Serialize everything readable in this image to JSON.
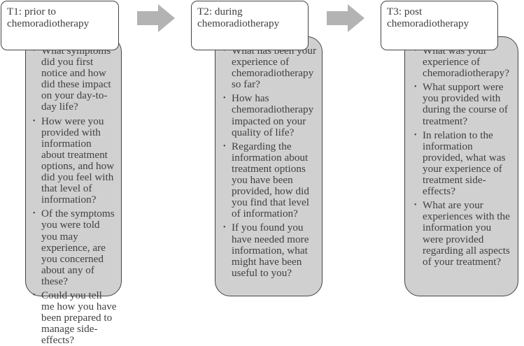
{
  "columns": [
    {
      "title_line1": "T1: prior to",
      "title_line2": "chemoradiotherapy",
      "questions": [
        "What symptoms did you first notice and how did these impact on your day-to-day life?",
        "How were you provided with information about treatment options, and how did you feel with that level of information?",
        "Of the symptoms you were told you may experience, are you concerned about any of these?",
        "Could you tell me how you have been prepared to manage side-effects?"
      ]
    },
    {
      "title_line1": "T2: during",
      "title_line2": "chemoradiotherapy",
      "questions": [
        "What has been your experience of chemoradiotherapy so far?",
        "How has chemoradiotherapy impacted on your quality of life?",
        "Regarding the information about treatment options you have been provided, how did you find that level of information?",
        "If you found you have needed more information, what might have been useful to you?"
      ]
    },
    {
      "title_line1": "T3: post",
      "title_line2": "chemoradiotherapy",
      "questions": [
        "What was your experience of chemoradiotherapy?",
        "What support were you provided with during the course of treatment?",
        "In relation to the information provided, what was your experience of treatment side-effects?",
        "What are your experiences with the information you were provided regarding all aspects of your treatment?"
      ]
    }
  ],
  "colors": {
    "box_fill": "#d0d0d0",
    "border": "#444444",
    "arrow": "#b3b3b3",
    "text": "#404040"
  }
}
